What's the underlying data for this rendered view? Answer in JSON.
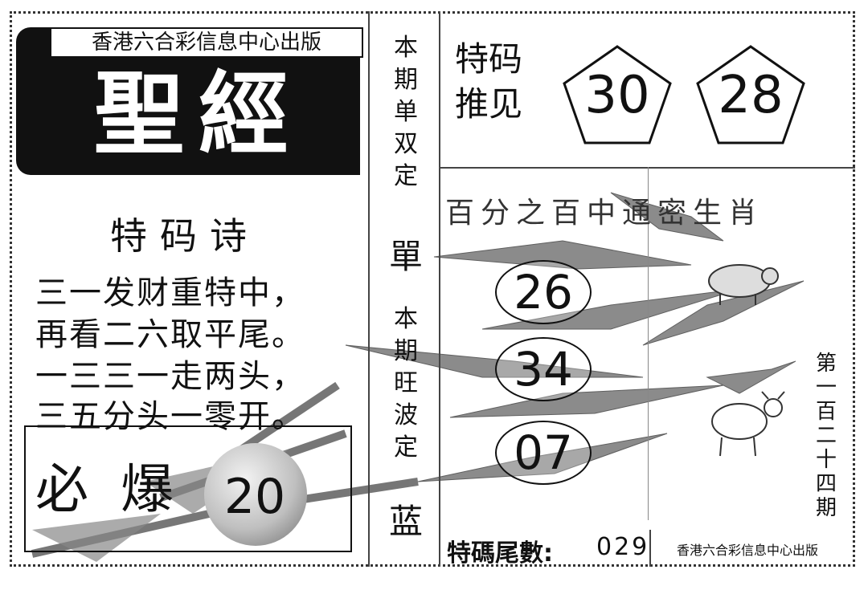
{
  "header": {
    "publisher": "香港六合彩信息中心出版",
    "title": "聖經"
  },
  "poem": {
    "title": "特码诗",
    "lines": [
      "三一发财重特中，",
      "再看二六取平尾。",
      "一三三一走两头，",
      "三五分头一零开。"
    ]
  },
  "must_hit": {
    "label": "必爆",
    "number": "20"
  },
  "middle_column": {
    "odd_even_label": "本期单双定",
    "odd_even_value": "單",
    "wave_label": "本期旺波定",
    "wave_value": "蓝"
  },
  "special_recommend": {
    "label_line1": "特码",
    "label_line2": "推见",
    "numbers": [
      "30",
      "28"
    ]
  },
  "zodiac_section": {
    "banner": "百分之百中通密生肖",
    "numbers": [
      "26",
      "34",
      "07"
    ]
  },
  "issue": "第一百二十四期",
  "tail": {
    "label": "特碼尾數:",
    "value": "029"
  },
  "footer_publisher": "香港六合彩信息中心出版"
}
